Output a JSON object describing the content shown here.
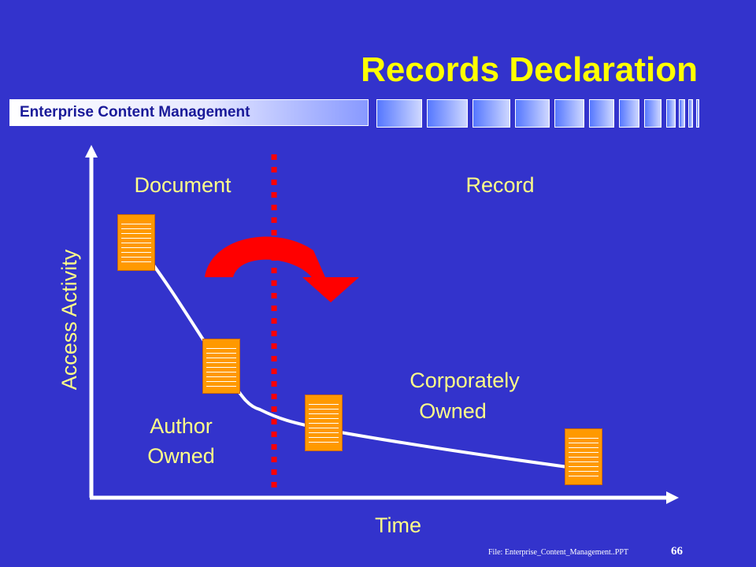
{
  "slide": {
    "title": "Records Declaration",
    "banner": "Enterprise Content Management",
    "footer_file": "File: Enterprise_Content_Management..PPT",
    "page_number": "66"
  },
  "diagram": {
    "phase_left": "Document",
    "phase_right": "Record",
    "y_axis_label": "Access Activity",
    "x_axis_label": "Time",
    "author_owned": [
      "Author",
      "Owned"
    ],
    "corporately_owned": [
      "Corporately",
      "Owned"
    ]
  },
  "colors": {
    "background": "#3333cc",
    "title": "#ffff00",
    "label": "#ffff88",
    "document_icon": "#ff9900",
    "declaration_line": "#ff0000",
    "curved_arrow": "#ff0000",
    "axes_and_curve": "#ffffff"
  },
  "icons": [
    "document-icon",
    "curved-arrow-icon"
  ]
}
